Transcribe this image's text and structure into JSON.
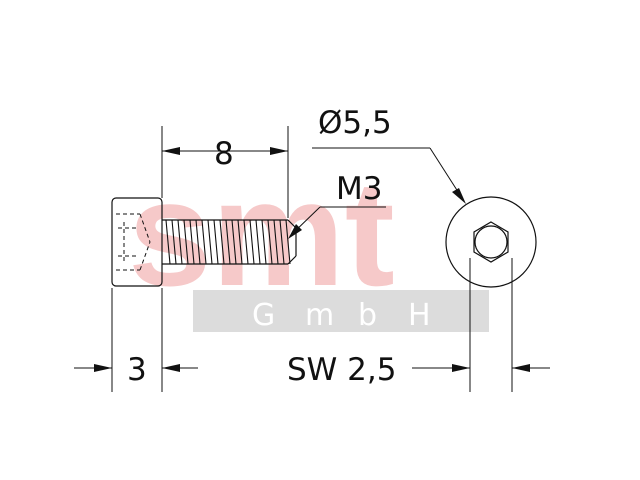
{
  "watermark": {
    "brand": "smt",
    "company": [
      "G",
      "m",
      "b",
      "H"
    ],
    "brand_color": "#f6c9c9",
    "band_color": "#dcdcdc"
  },
  "dimensions": {
    "length": "8",
    "head_diameter": "Ø5,5",
    "thread": "M3",
    "head_height": "3",
    "wrench_size": "SW 2,5"
  }
}
